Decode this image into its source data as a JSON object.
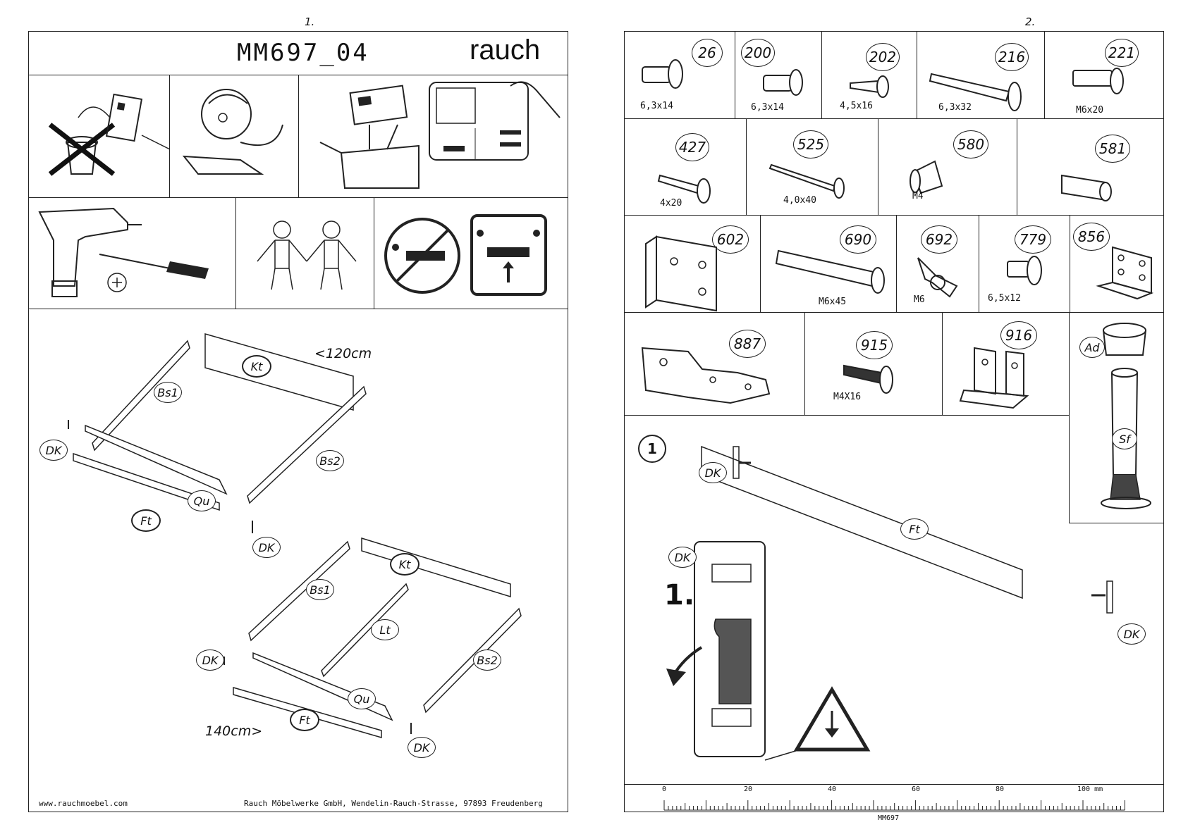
{
  "left_page": {
    "page_number": "1.",
    "model_code": "MM697_04",
    "brand": "rauch",
    "size_notes": [
      "<120cm",
      "140cm>"
    ],
    "part_labels": {
      "kt": "Kt",
      "bs1": "Bs1",
      "bs2": "Bs2",
      "qu": "Qu",
      "ft": "Ft",
      "lt": "Lt",
      "dk": "DK"
    },
    "footer_website": "www.rauchmoebel.com",
    "footer_address": "Rauch Möbelwerke GmbH, Wendelin-Rauch-Strasse, 97893 Freudenberg"
  },
  "right_page": {
    "page_number": "2.",
    "hardware": [
      {
        "id": "26",
        "size": "6,3x14"
      },
      {
        "id": "200",
        "size": "6,3x14"
      },
      {
        "id": "202",
        "size": "4,5x16"
      },
      {
        "id": "216",
        "size": "6,3x32"
      },
      {
        "id": "221",
        "size": "M6x20"
      },
      {
        "id": "427",
        "size": "4x20"
      },
      {
        "id": "525",
        "size": "4,0x40"
      },
      {
        "id": "580",
        "size": "M4"
      },
      {
        "id": "581",
        "size": ""
      },
      {
        "id": "602",
        "size": ""
      },
      {
        "id": "690",
        "size": "M6x45"
      },
      {
        "id": "692",
        "size": "M6"
      },
      {
        "id": "779",
        "size": "6,5x12"
      },
      {
        "id": "856",
        "size": ""
      },
      {
        "id": "887",
        "size": ""
      },
      {
        "id": "915",
        "size": "M4X16"
      },
      {
        "id": "916",
        "size": ""
      }
    ],
    "foot_parts": {
      "ad": "Ad",
      "sf": "Sf"
    },
    "step": {
      "number": "1",
      "sub_step": "1.",
      "part_ft": "Ft",
      "part_dk": "DK"
    },
    "ruler": {
      "labels": [
        "0",
        "20",
        "40",
        "60",
        "80",
        "100 mm"
      ],
      "caption": "MM697"
    }
  }
}
